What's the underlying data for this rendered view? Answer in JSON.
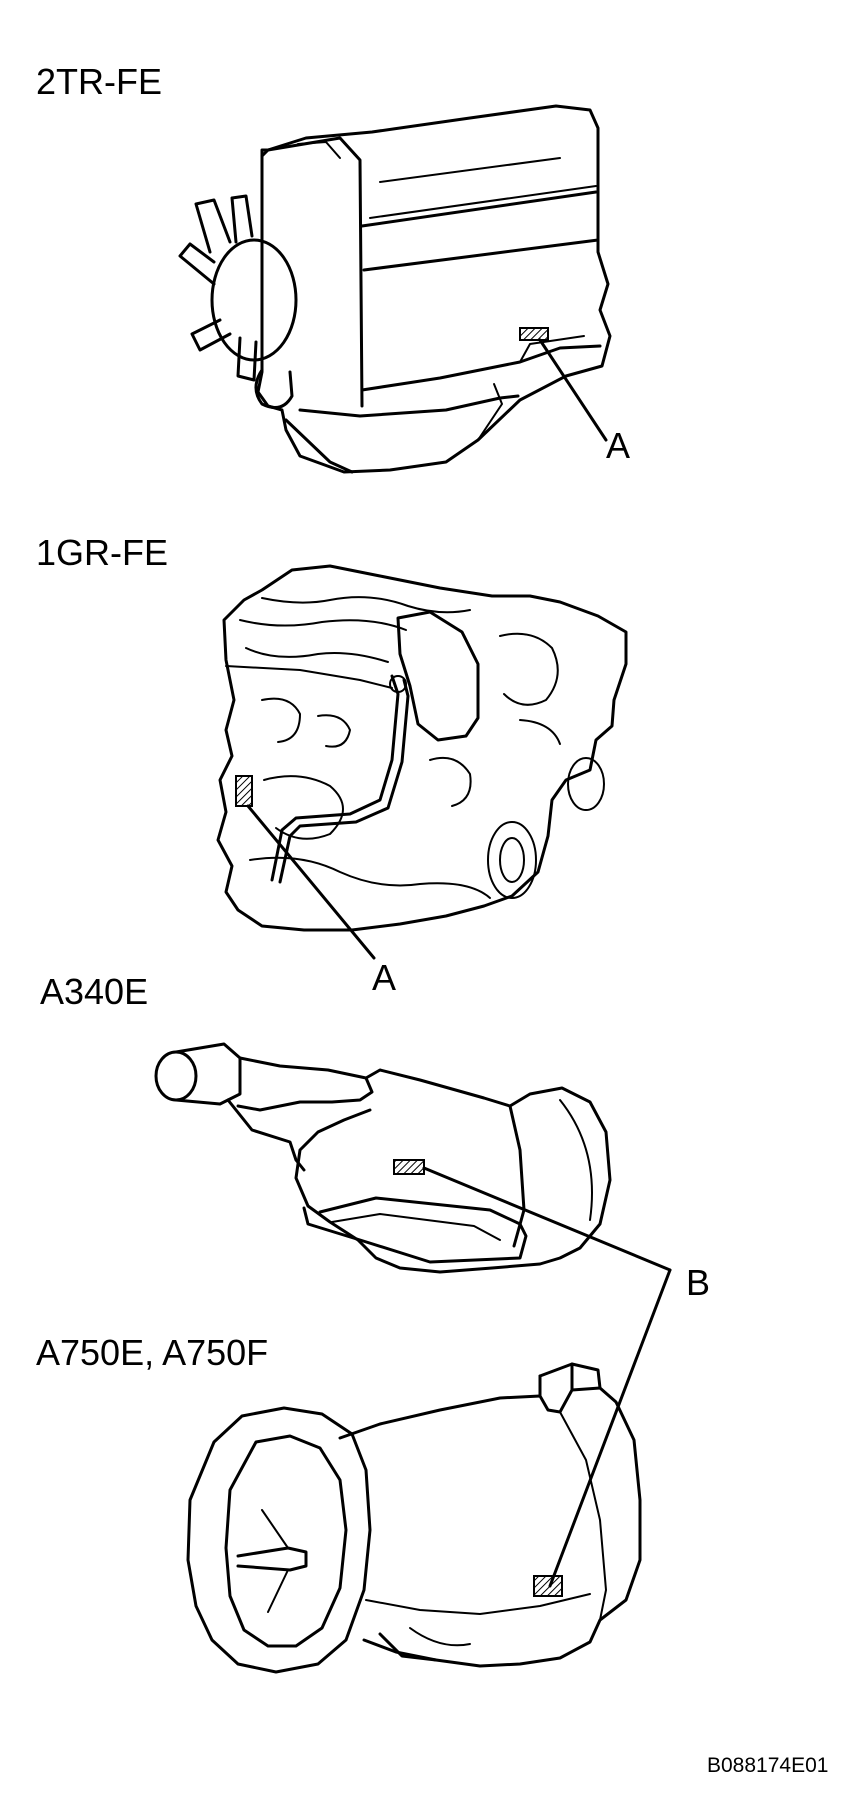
{
  "sections": [
    {
      "id": "2tr-fe",
      "label": "2TR-FE",
      "callout": "A"
    },
    {
      "id": "1gr-fe",
      "label": "1GR-FE",
      "callout": "A"
    },
    {
      "id": "a340e",
      "label": "A340E"
    },
    {
      "id": "a750e",
      "label": "A750E, A750F"
    }
  ],
  "shared_callout": "B",
  "figure_code": "B088174E01",
  "colors": {
    "ink": "#000000",
    "background": "#ffffff"
  }
}
